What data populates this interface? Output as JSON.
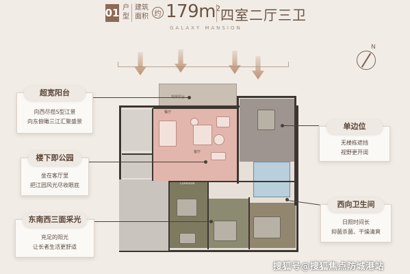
{
  "header": {
    "unit_number": "01",
    "unit_type_label": "户型",
    "area_label": "建筑面积",
    "approx": "约",
    "area_value": "179m",
    "area_unit_sup": "2",
    "layout": "四室二厅三卫",
    "subtitle": "GALAXY MANSION"
  },
  "plan": {
    "balcony_label": "观景阳台",
    "living_label": "客厅",
    "dining_label": "餐厅",
    "corridor_label": "CORRIDOR"
  },
  "callouts": {
    "balcony": {
      "title": "超宽阳台",
      "lines": [
        "向西尽揽S型江景",
        "向东俯瞰三江汇聚盛景"
      ]
    },
    "park": {
      "title": "楼下即公园",
      "lines": [
        "坐在客厅里",
        "把江园风光尽收眼底"
      ]
    },
    "light": {
      "title": "东南西三面采光",
      "lines": [
        "充足的阳光",
        "让长者生活更舒适"
      ]
    },
    "single": {
      "title": "单边位",
      "lines": [
        "无楼栋遮挡",
        "视野更开阔"
      ]
    },
    "bath": {
      "title": "西向卫生间",
      "lines": [
        "日照时间长",
        "抑菌杀菌、干燥清爽"
      ]
    }
  },
  "compass": {
    "north": "N"
  },
  "watermark": "搜狐号@搜狐焦点防城港站"
}
